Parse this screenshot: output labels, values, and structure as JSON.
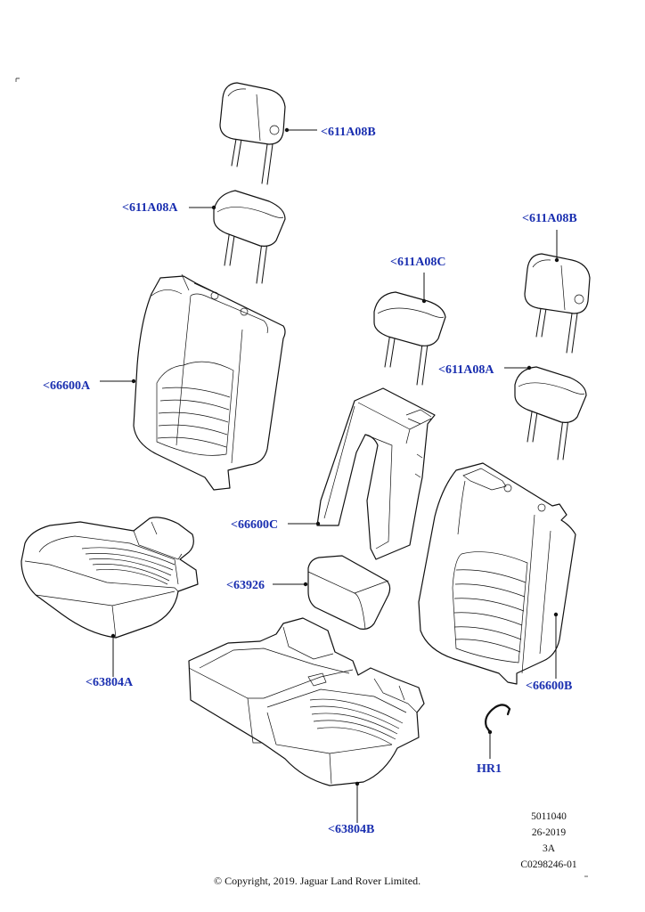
{
  "callouts": {
    "hr_a_rear_left": "<611A08B",
    "hr_a_front_left": "<611A08A",
    "hr_b_rear_right": "<611A08B",
    "hr_center": "<611A08C",
    "hr_b_front_right": "<611A08A",
    "back_left": "<66600A",
    "back_center": "<66600C",
    "armrest": "<63926",
    "cushion_left": "<63804A",
    "back_right": "<66600B",
    "hook": "HR1",
    "cushion_right": "<63804B"
  },
  "meta": {
    "line1": "5011040",
    "line2": "26-2019",
    "line3": "3A",
    "line4": "C0298246-01"
  },
  "copyright": "© Copyright, 2019. Jaguar Land Rover Limited.",
  "colors": {
    "callout": "#1a2fb0",
    "linework": "#111111"
  }
}
